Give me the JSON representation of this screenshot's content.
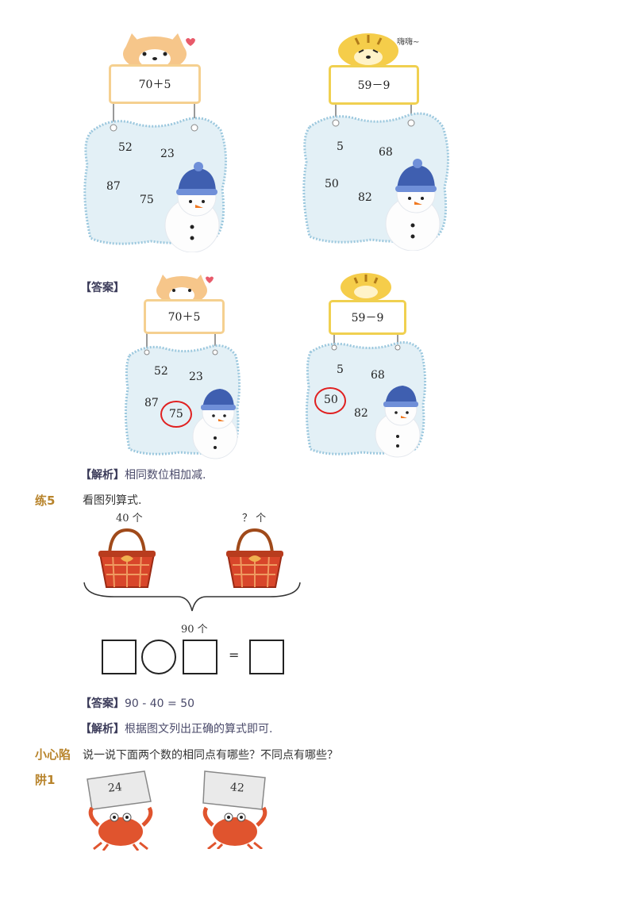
{
  "problem1": {
    "left": {
      "expression": "70＋5",
      "numbers": [
        "52",
        "23",
        "87",
        "75"
      ]
    },
    "right": {
      "expression": "59－9",
      "numbers": [
        "5",
        "68",
        "50",
        "82"
      ],
      "speech": "嗨嗨~"
    }
  },
  "answer1": {
    "tag": "【答案】",
    "left": {
      "expression": "70＋5",
      "numbers": [
        "52",
        "23",
        "87",
        "75"
      ],
      "circled": "75"
    },
    "right": {
      "expression": "59－9",
      "numbers": [
        "5",
        "68",
        "50",
        "82"
      ],
      "circled": "50"
    }
  },
  "analysis1": {
    "tag": "【解析】",
    "text": "相同数位相加减."
  },
  "practice5": {
    "label": "练5",
    "question": "看图列算式.",
    "left_basket_label": "40 个",
    "right_basket_label": "？ 个",
    "total_label": "90 个",
    "equals": "=",
    "answer_tag": "【答案】",
    "answer_text": "90 - 40 = 50",
    "analysis_tag": "【解析】",
    "analysis_text": "根据图文列出正确的算式即可."
  },
  "trap1": {
    "label_line1": "小心陷",
    "label_line2": "阱1",
    "question": "说一说下面两个数的相同点有哪些？不同点有哪些？",
    "card_left": "24",
    "card_right": "42"
  },
  "colors": {
    "label": "#b8842c",
    "circle": "#e02020",
    "panel": "#e3f0f6",
    "panel_border": "#9cc8de"
  }
}
